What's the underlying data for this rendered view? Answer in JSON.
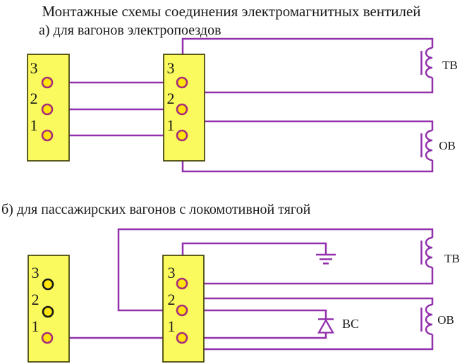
{
  "title": "Монтажные схемы соединения электромагнитных вентилей",
  "sections": {
    "a": {
      "label": "а) для вагонов электропоездов",
      "left_block": {
        "terminals": [
          "3",
          "2",
          "1"
        ]
      },
      "right_block": {
        "terminals": [
          "3",
          "2",
          "1"
        ]
      },
      "coils": {
        "tv": "ТВ",
        "ov": "ОВ"
      }
    },
    "b": {
      "label": "б) для пассажирских вагонов с локомотивной тягой",
      "left_block": {
        "terminals": [
          "3",
          "2",
          "1"
        ]
      },
      "right_block": {
        "terminals": [
          "3",
          "2",
          "1"
        ]
      },
      "coils": {
        "tv": "ТВ",
        "ov": "ОВ"
      },
      "diode_label": "ВС"
    }
  },
  "colors": {
    "wire": "#9231AC",
    "block_fill": "#FAFA5F",
    "block_border": "#3F3F0A",
    "terminal_fill": "#FFE608",
    "terminal_stroke": "#A62C7C",
    "terminal_unconnected": "#161616",
    "text": "#1a1a1a",
    "background": "#FFFFFF"
  }
}
